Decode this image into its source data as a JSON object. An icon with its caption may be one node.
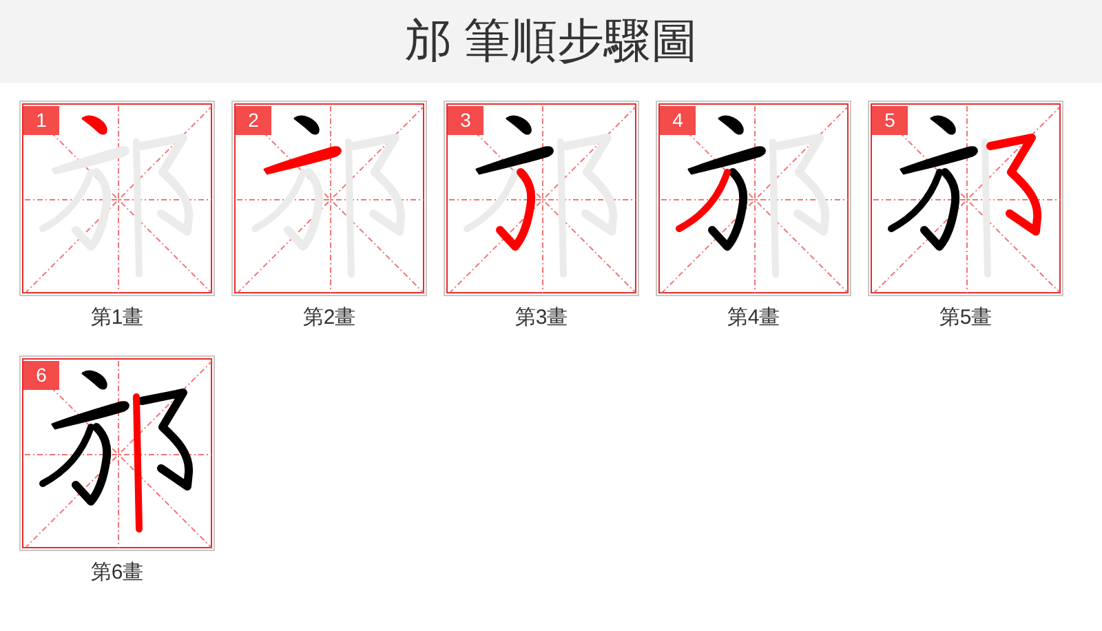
{
  "diagram": {
    "title": "邡 筆順步驟圖",
    "nodes": [
      {
        "text": [
          "1"
        ],
        "beside": [
          "第1畫"
        ]
      },
      {
        "text": [
          "2"
        ],
        "beside": [
          "第2畫"
        ]
      },
      {
        "text": [
          "3"
        ],
        "beside": [
          "第3畫"
        ]
      },
      {
        "text": [
          "4"
        ],
        "beside": [
          "第4畫"
        ]
      },
      {
        "text": [
          "5"
        ],
        "beside": [
          "第5畫"
        ]
      },
      {
        "text": [
          "6"
        ],
        "beside": [
          "第6畫"
        ]
      }
    ]
  }
}
